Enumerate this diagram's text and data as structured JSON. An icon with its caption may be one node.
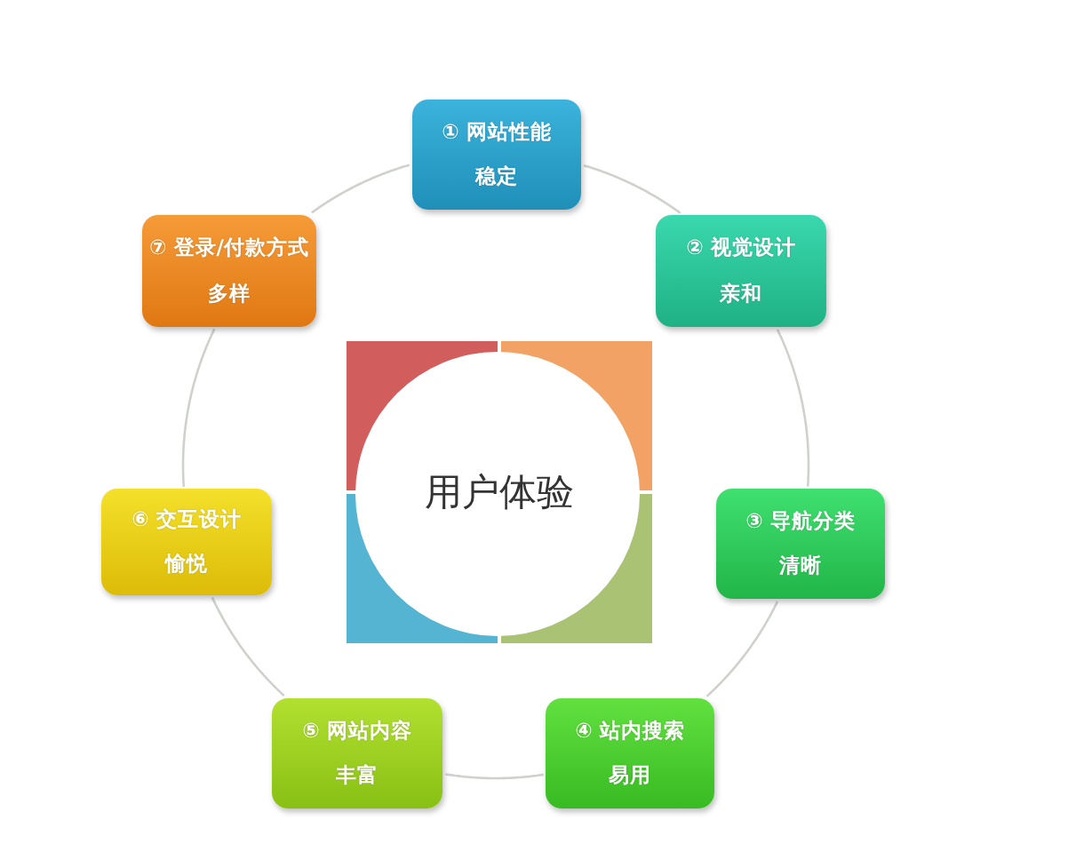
{
  "diagram": {
    "nodes": [
      {
        "text": [
          "用户体验"
        ]
      },
      {
        "text": [
          "① 网站性能",
          "稳定"
        ]
      },
      {
        "text": [
          "② 视觉设计",
          "亲和"
        ]
      },
      {
        "text": [
          "③ 导航分类",
          "清晰"
        ]
      },
      {
        "text": [
          "④ 站内搜索",
          "易用"
        ]
      },
      {
        "text": [
          "⑤ 网站内容",
          "丰富"
        ]
      },
      {
        "text": [
          "⑥ 交互设计",
          "愉悦"
        ]
      },
      {
        "text": [
          "⑦ 登录/付款方式",
          "多样"
        ]
      }
    ],
    "edges": [
      {
        "from": 1,
        "to": 2,
        "arrow": "none"
      },
      {
        "from": 2,
        "to": 3,
        "arrow": "none"
      },
      {
        "from": 3,
        "to": 4,
        "arrow": "none"
      },
      {
        "from": 4,
        "to": 5,
        "arrow": "none"
      },
      {
        "from": 5,
        "to": 6,
        "arrow": "none"
      },
      {
        "from": 6,
        "to": 7,
        "arrow": "none"
      },
      {
        "from": 7,
        "to": 1,
        "arrow": "none"
      }
    ]
  }
}
